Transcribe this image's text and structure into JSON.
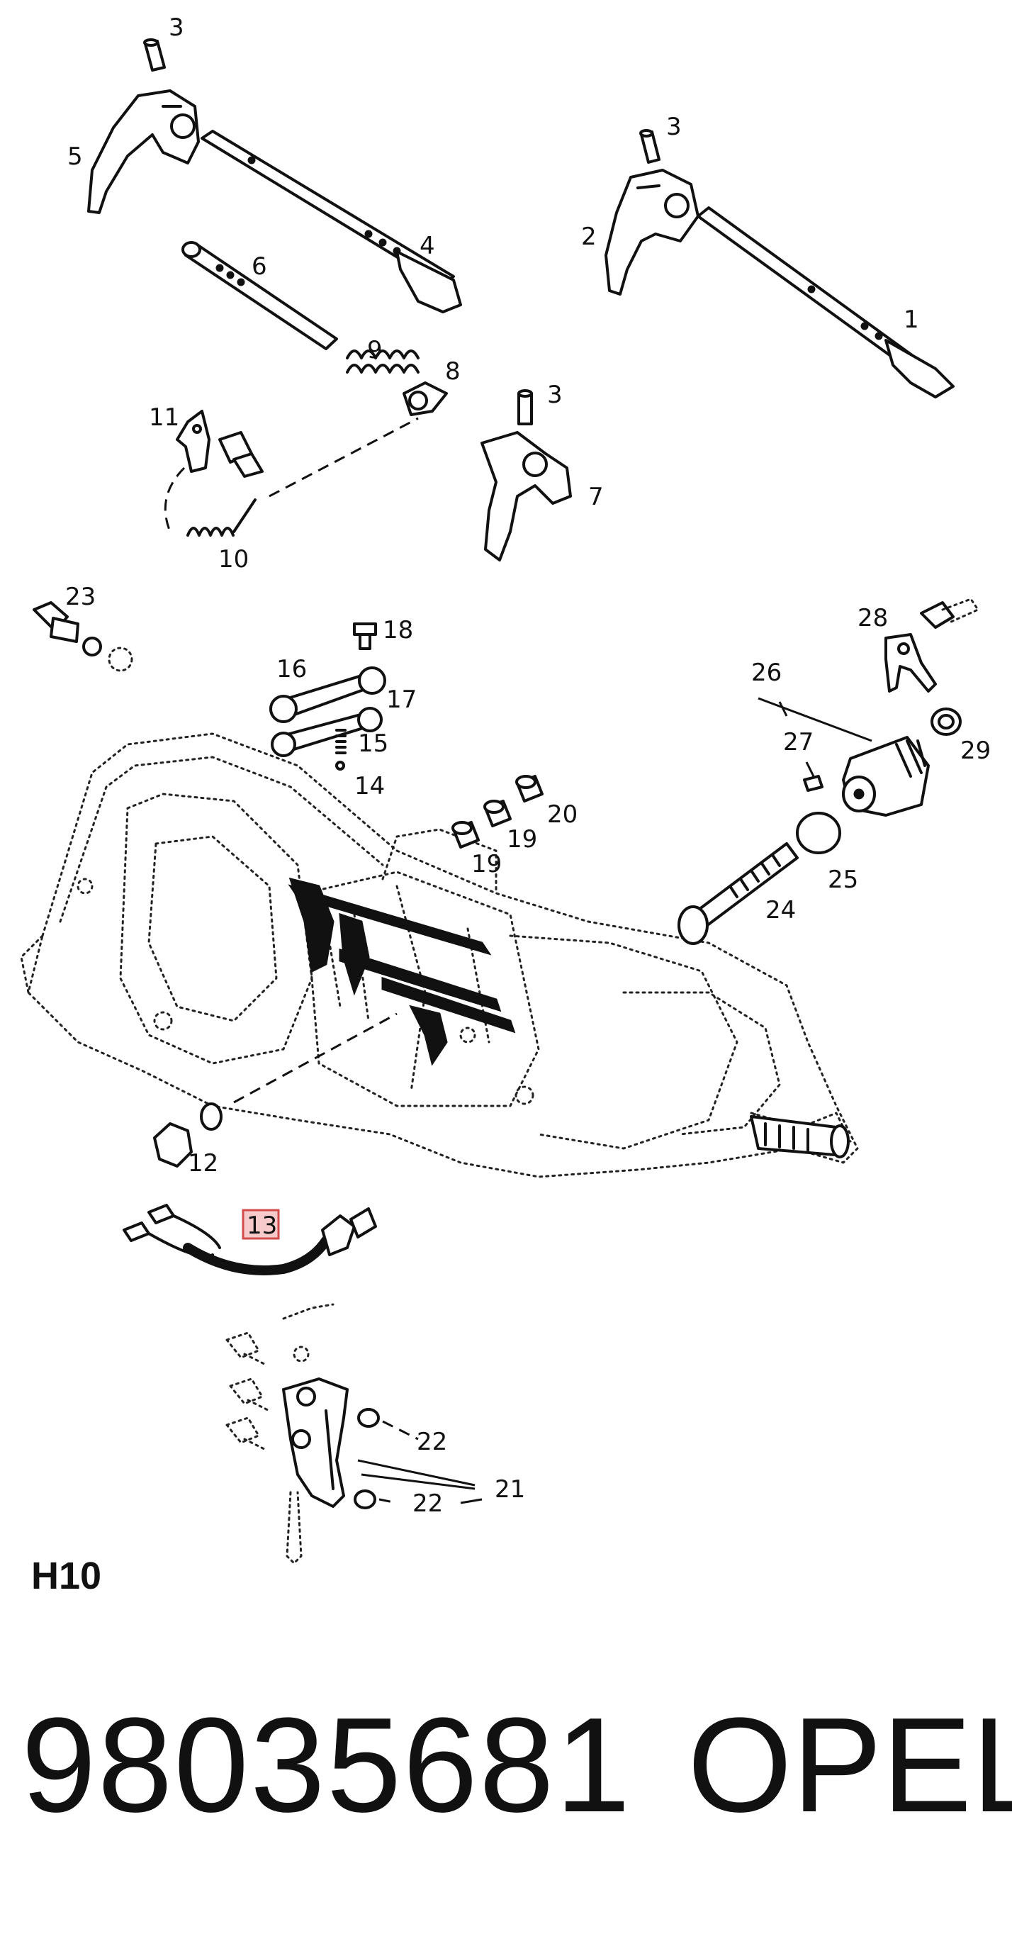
{
  "section_code": "H10",
  "part_number": "98035681",
  "brand": "OPEL",
  "highlighted_callout": "13",
  "callouts": {
    "c1": "1",
    "c2": "2",
    "c3a": "3",
    "c3b": "3",
    "c3c": "3",
    "c4": "4",
    "c5": "5",
    "c6": "6",
    "c7": "7",
    "c8": "8",
    "c9": "9",
    "c10": "10",
    "c11": "11",
    "c12": "12",
    "c13": "13",
    "c14": "14",
    "c15": "15",
    "c16": "16",
    "c17": "17",
    "c18": "18",
    "c19a": "19",
    "c19b": "19",
    "c20": "20",
    "c21": "21",
    "c22a": "22",
    "c22b": "22",
    "c23": "23",
    "c24": "24",
    "c25": "25",
    "c26": "26",
    "c27": "27",
    "c28": "28",
    "c29": "29"
  },
  "colors": {
    "highlight_fill": "#f6caca",
    "highlight_stroke": "#d34c4c",
    "ink": "#111111"
  }
}
